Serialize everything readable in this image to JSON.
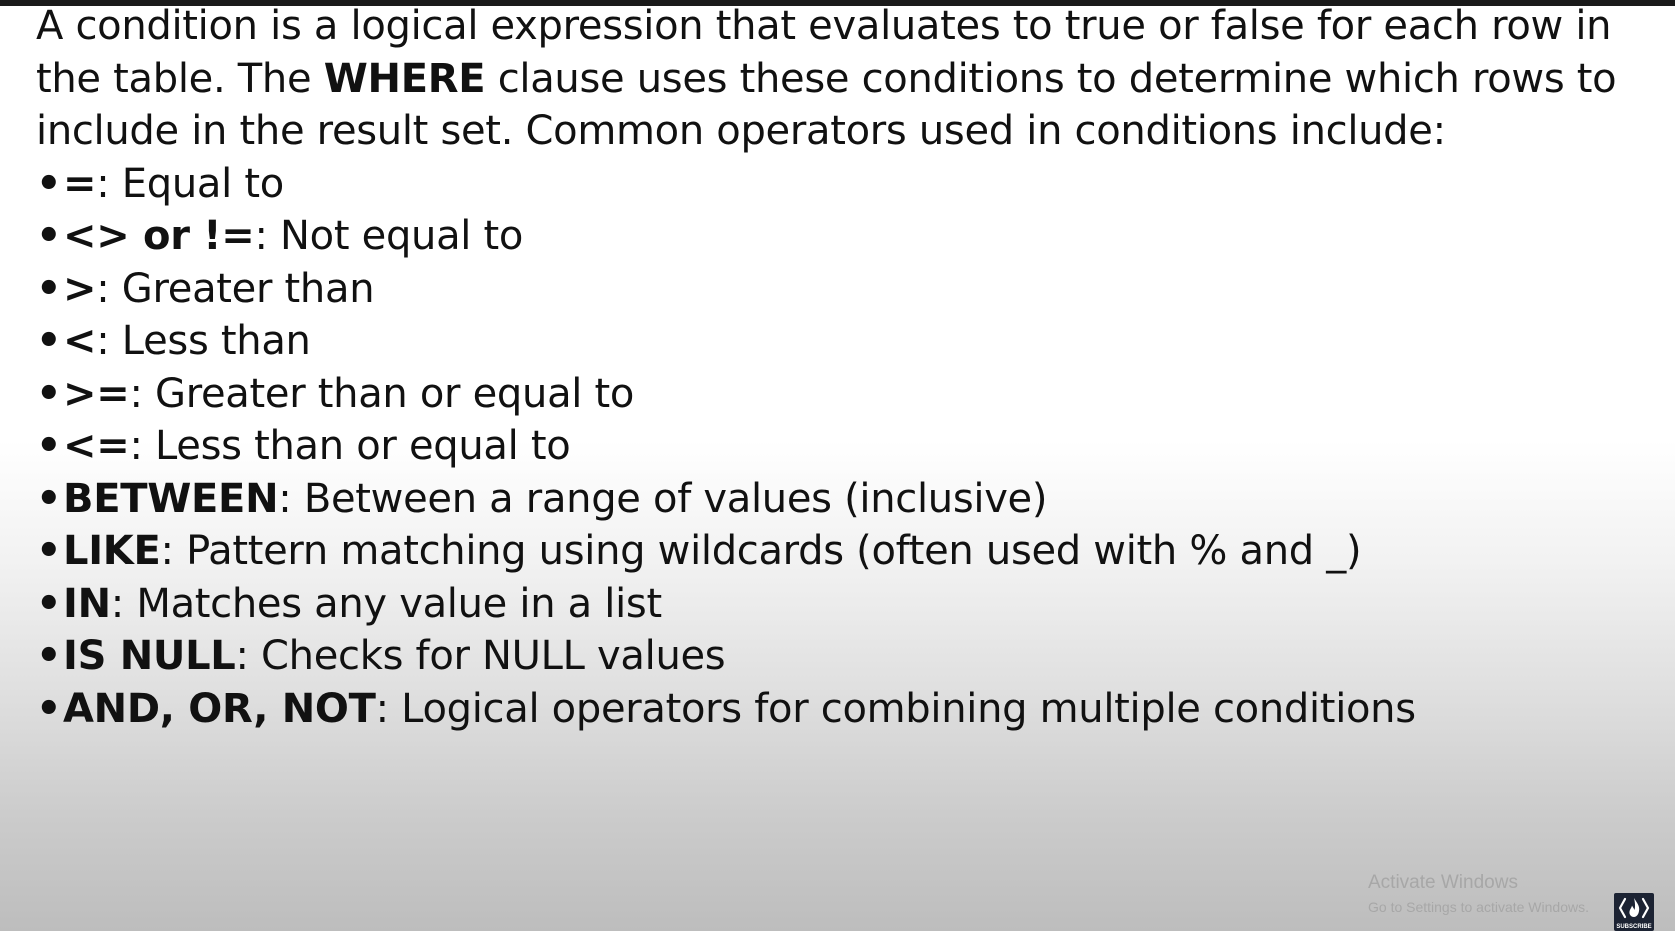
{
  "intro": {
    "part1": "A condition is a logical expression that evaluates to true or false for each row in the table. The ",
    "keyword": "WHERE",
    "part2": " clause uses these conditions to determine which rows to include in the result set. Common operators used in conditions include:"
  },
  "bullet_glyph": "•",
  "operators": [
    {
      "op": "=",
      "desc": ": Equal to"
    },
    {
      "op": "<> or !=",
      "desc": ": Not equal to"
    },
    {
      "op": ">",
      "desc": ": Greater than"
    },
    {
      "op": "<",
      "desc": ": Less than"
    },
    {
      "op": ">=",
      "desc": ": Greater than or equal to"
    },
    {
      "op": "<=",
      "desc": ": Less than or equal to"
    },
    {
      "op": "BETWEEN",
      "desc": ": Between a range of values (inclusive)"
    },
    {
      "op": "LIKE",
      "desc": ": Pattern matching using wildcards (often used with % and _)"
    },
    {
      "op": "IN",
      "desc": ": Matches any value in a list"
    },
    {
      "op": "IS NULL",
      "desc": ": Checks for NULL values"
    },
    {
      "op": "AND, OR, NOT",
      "desc": ": Logical operators for combining multiple conditions"
    }
  ],
  "watermark": {
    "title": "Activate Windows",
    "subtitle": "Go to Settings to activate Windows."
  },
  "logo": {
    "icon": "fire-icon",
    "text": "SUBSCRIBE"
  },
  "colors": {
    "text": "#111111",
    "watermark": "#a7a7a7",
    "logo_bg": "#1c2333"
  }
}
